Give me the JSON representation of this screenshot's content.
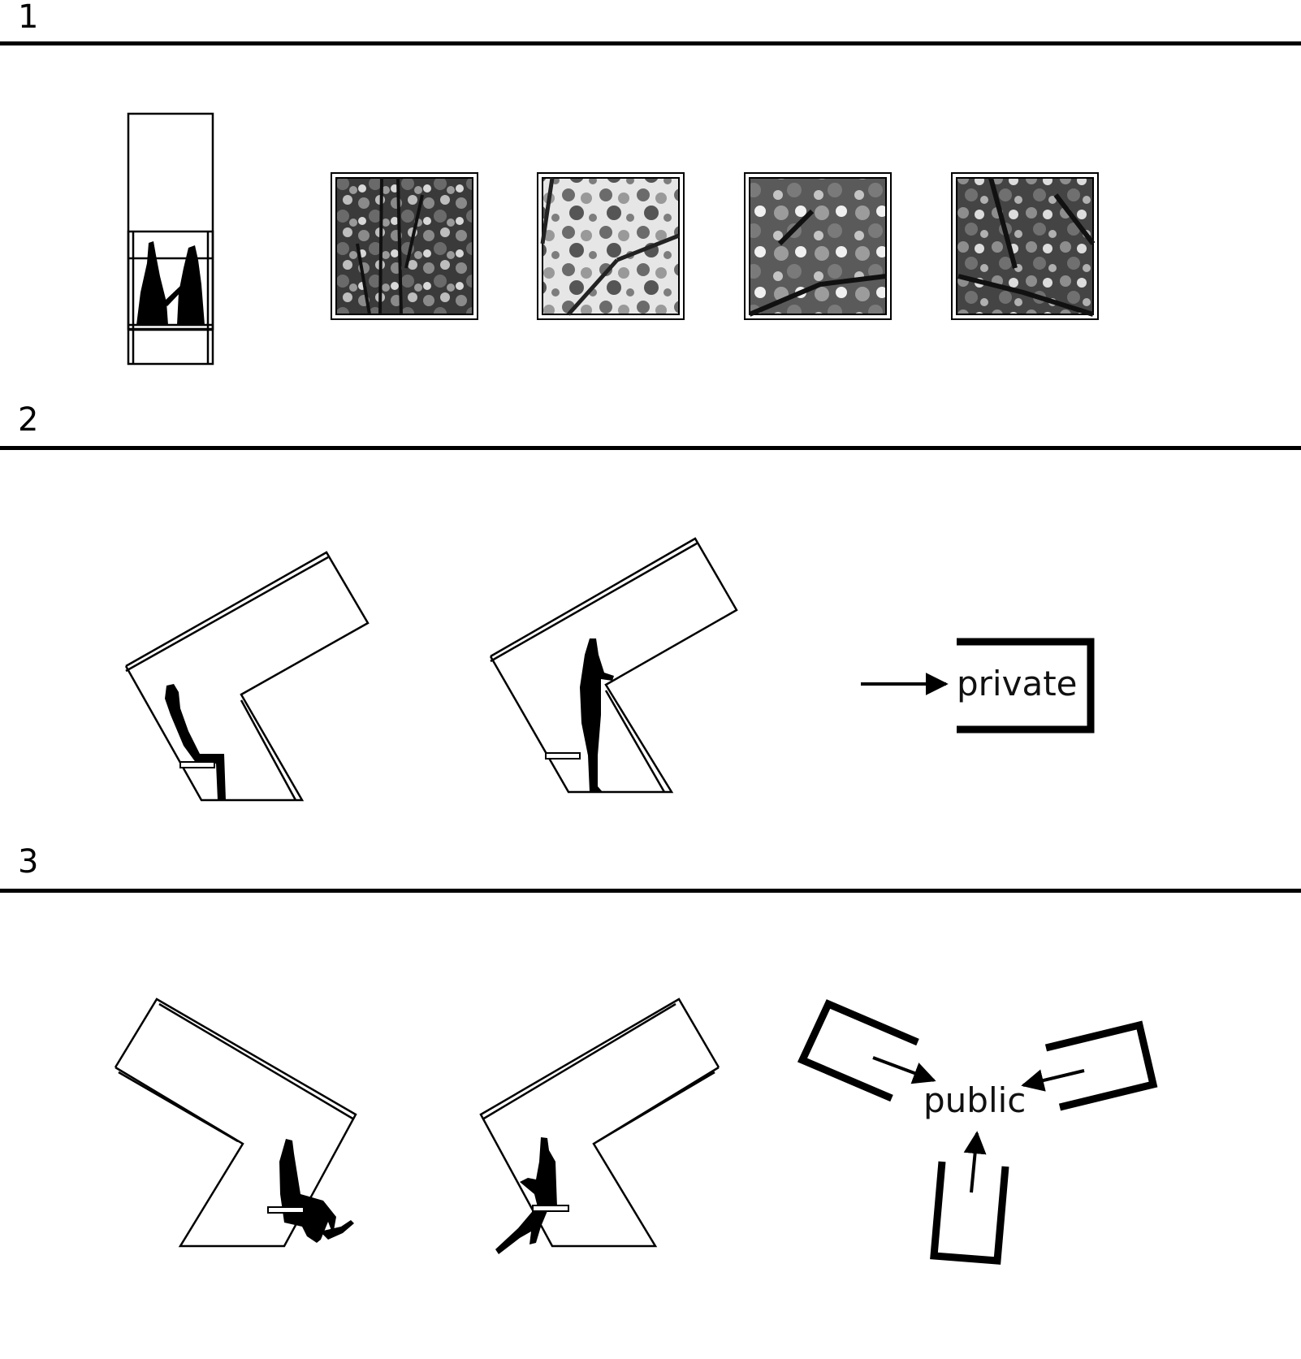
{
  "sections": [
    {
      "number": "1"
    },
    {
      "number": "2"
    },
    {
      "number": "3"
    }
  ],
  "labels": {
    "private": "private",
    "public": "public"
  },
  "colors": {
    "ink": "#000000",
    "background": "#ffffff",
    "foliage_light": "#e8e8e8",
    "foliage_dark": "#2a2a2a"
  },
  "icons": {
    "arrow": "arrow-icon",
    "person_standing": "standing-person-icon",
    "person_seated": "seated-person-icon"
  }
}
